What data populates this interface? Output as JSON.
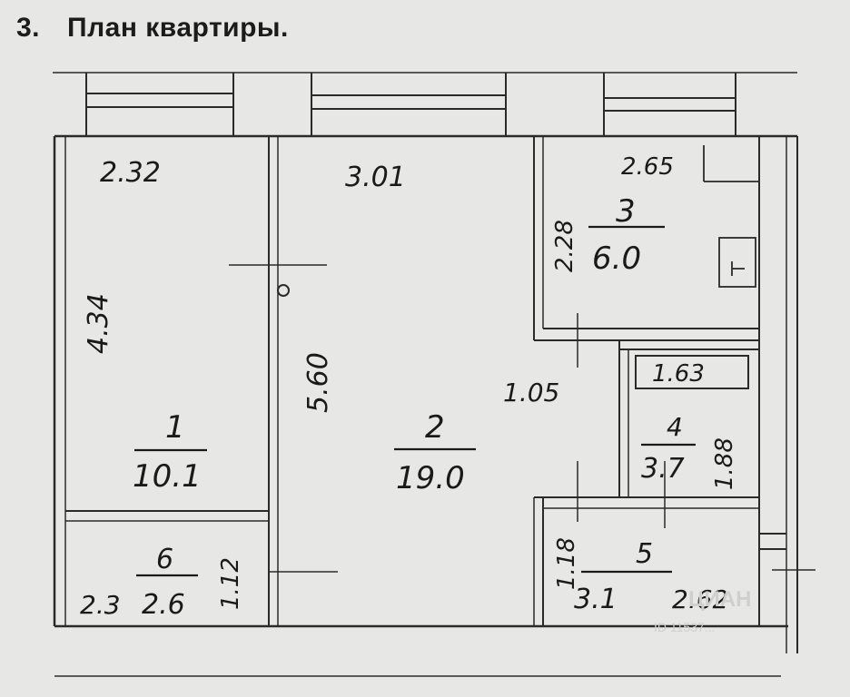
{
  "header": {
    "number": "3.",
    "title": "План квартиры."
  },
  "rooms": [
    {
      "id": "1",
      "area": "10.1"
    },
    {
      "id": "2",
      "area": "19.0"
    },
    {
      "id": "3",
      "area": "6.0"
    },
    {
      "id": "4",
      "area": "3.7"
    },
    {
      "id": "5",
      "area": "3.1"
    },
    {
      "id": "6",
      "area": "2.6"
    }
  ],
  "dimensions": {
    "room1_width": "2.32",
    "room1_length": "4.34",
    "room2_width": "3.01",
    "room2_length": "5.60",
    "room3_width": "2.65",
    "room3_length": "2.28",
    "passage_width": "1.05",
    "room4_width": "1.63",
    "room4_length": "1.88",
    "room5_length": "1.18",
    "room5_width": "2.62",
    "room6_width": "2.3",
    "room6_length": "1.12"
  },
  "watermark": {
    "line1": "ЦИАН",
    "line2": "ID 11537..."
  }
}
